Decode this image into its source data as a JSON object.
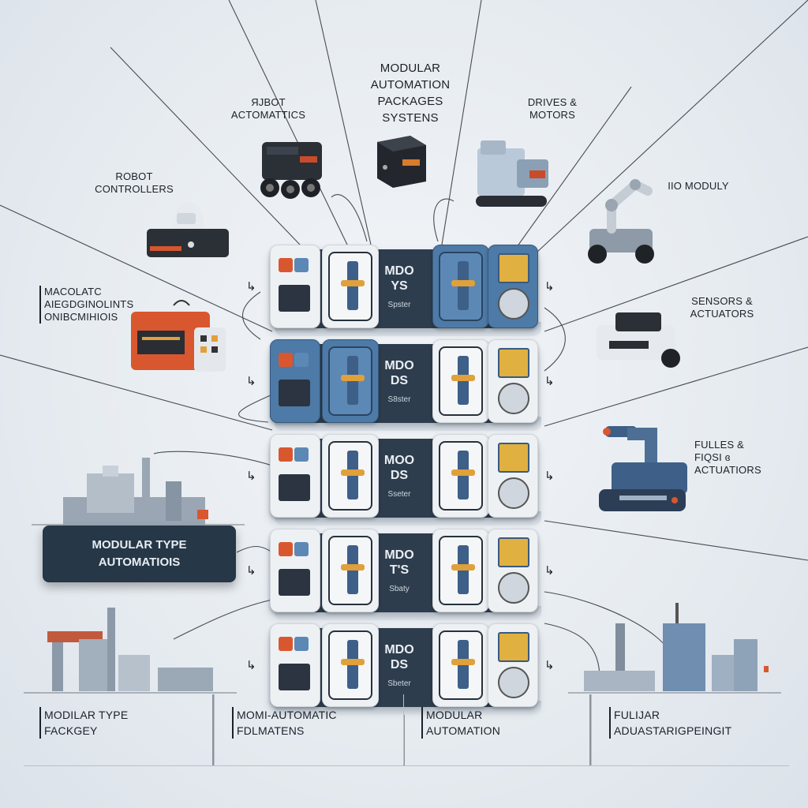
{
  "header": {
    "title_lines": [
      "MODULAR",
      "AUTOMATION",
      "PACKAGES",
      "SYSTENS"
    ]
  },
  "labels": {
    "robot_actomattics": [
      "ЯJBOT",
      "ACTOMATTICS"
    ],
    "drives_motors": [
      "DRIVES &",
      "MOTORS"
    ],
    "robot_controllers": [
      "ROBOT",
      "CONTROLLERS"
    ],
    "io_moduly": [
      "IIO MODULY"
    ],
    "macolatc": [
      "MACOLATC",
      "AIEGDGINOLINTS",
      "ONIBCMIHIOIS"
    ],
    "sensors_actuators": [
      "SENSORS &",
      "ACTUATORS"
    ],
    "fulles_actuators": [
      "FULLES &",
      "FIQSI ɞ",
      "ACTUATIORS"
    ]
  },
  "callout": {
    "lines": [
      "MODULAR TYPE",
      "AUTOMATIOIS"
    ]
  },
  "tower": {
    "tiers": [
      {
        "line1": "MDO",
        "line2": "YS",
        "sub": "Spster"
      },
      {
        "line1": "MDO",
        "line2": "DS",
        "sub": "S8ster"
      },
      {
        "line1": "MOO",
        "line2": "DS",
        "sub": "Sseter"
      },
      {
        "line1": "MDO",
        "line2": "T'S",
        "sub": "Sbaty"
      },
      {
        "line1": "MDO",
        "line2": "DS",
        "sub": "Sbeter"
      }
    ],
    "arrow_glyph": "↳"
  },
  "footer": {
    "panels": [
      {
        "line1": "MODILAR TYPE",
        "line2": "FACKGEY"
      },
      {
        "line1": "MOMI-AUTOMATIC",
        "line2": "FDLMATENS"
      },
      {
        "line1": "MODULAR",
        "line2": "AUTOMATION"
      },
      {
        "line1": "FULIJAR",
        "line2": "ADUASTARIGPEINGIT"
      }
    ]
  },
  "colors": {
    "module_dark": "#2e3d4d",
    "module_blue": "#4d7aa6",
    "accent_orange": "#d9572f",
    "accent_yellow": "#e0b040",
    "callout_bg": "#263747"
  },
  "icons": [
    "robot-vehicle-icon",
    "module-box-icon",
    "drive-motor-cart-icon",
    "robot-controller-icon",
    "robot-arm-icon",
    "orange-module-icon",
    "sensor-actuator-icon",
    "industrial-actuator-icon",
    "factory-icon",
    "city-skyline-icon"
  ]
}
